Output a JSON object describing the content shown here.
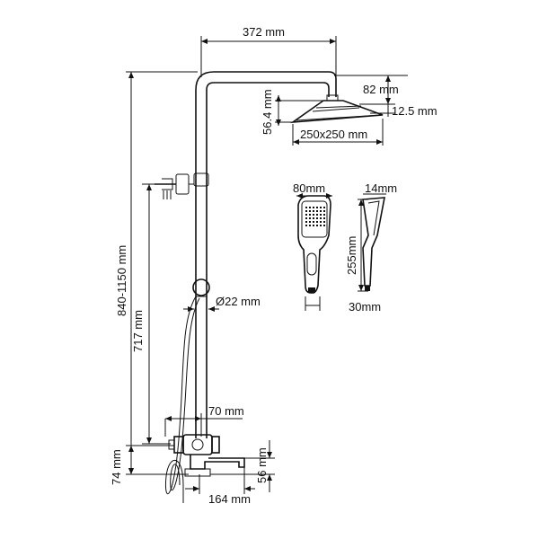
{
  "dimensions": {
    "arm_length": "372 mm",
    "head_offset": "82 mm",
    "head_height": "56.4 mm",
    "head_thickness": "12.5 mm",
    "head_size": "250x250 mm",
    "column_height": "840-1150 mm",
    "holder_height": "717 mm",
    "pipe_diameter": "Ø22 mm",
    "mixer_offset": "70 mm",
    "mixer_height": "74 mm",
    "spout_height": "56 mm",
    "spout_length": "164 mm",
    "handshower_width": "80mm",
    "handshower_depth": "14mm",
    "handshower_length": "255mm",
    "handle_width": "30mm"
  }
}
